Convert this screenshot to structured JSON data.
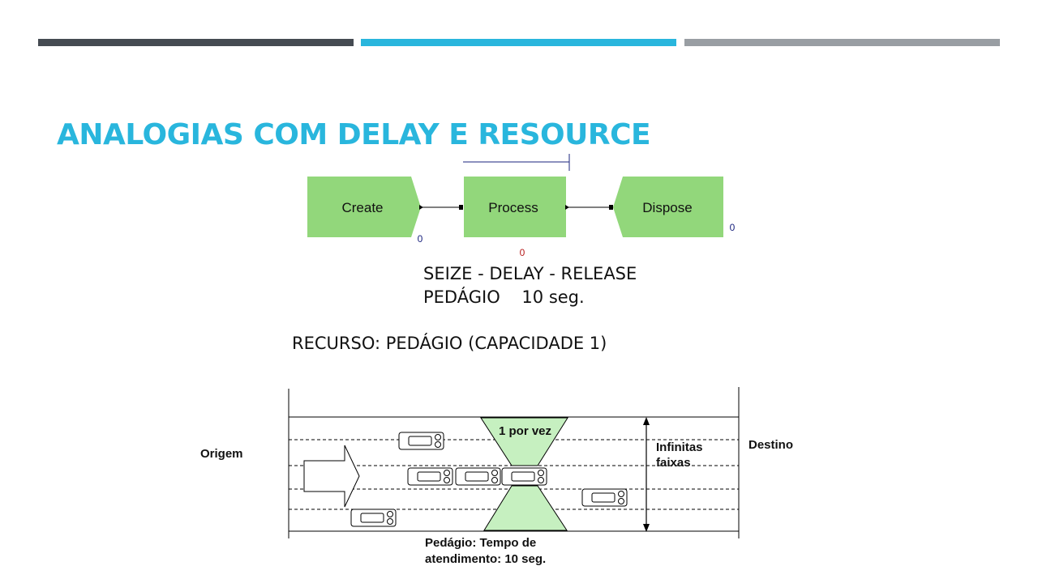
{
  "header_bars": [
    {
      "color": "#454b52"
    },
    {
      "color": "#29b6dd"
    },
    {
      "color": "#999ea3"
    }
  ],
  "title": "ANALOGIAS COM DELAY E RESOURCE",
  "flow": {
    "box_color": "#92d77b",
    "modules": [
      {
        "label": "Create",
        "counter": "0"
      },
      {
        "label": "Process",
        "counter": "0"
      },
      {
        "label": "Dispose",
        "counter": "0"
      }
    ]
  },
  "process_logic": {
    "line1": "SEIZE - DELAY - RELEASE",
    "line2": "PEDÁGIO    10 seg."
  },
  "resource_label": "RECURSO: PEDÁGIO (CAPACIDADE 1)",
  "road": {
    "origin": "Origem",
    "destination": "Destino",
    "bottleneck": "1 por vez",
    "lanes_line1": "Infinitas",
    "lanes_line2": "faixas",
    "toll_line1": "Pedágio: Tempo de",
    "toll_line2": "atendimento: 10 seg.",
    "toll_color": "#c6f0c0"
  }
}
